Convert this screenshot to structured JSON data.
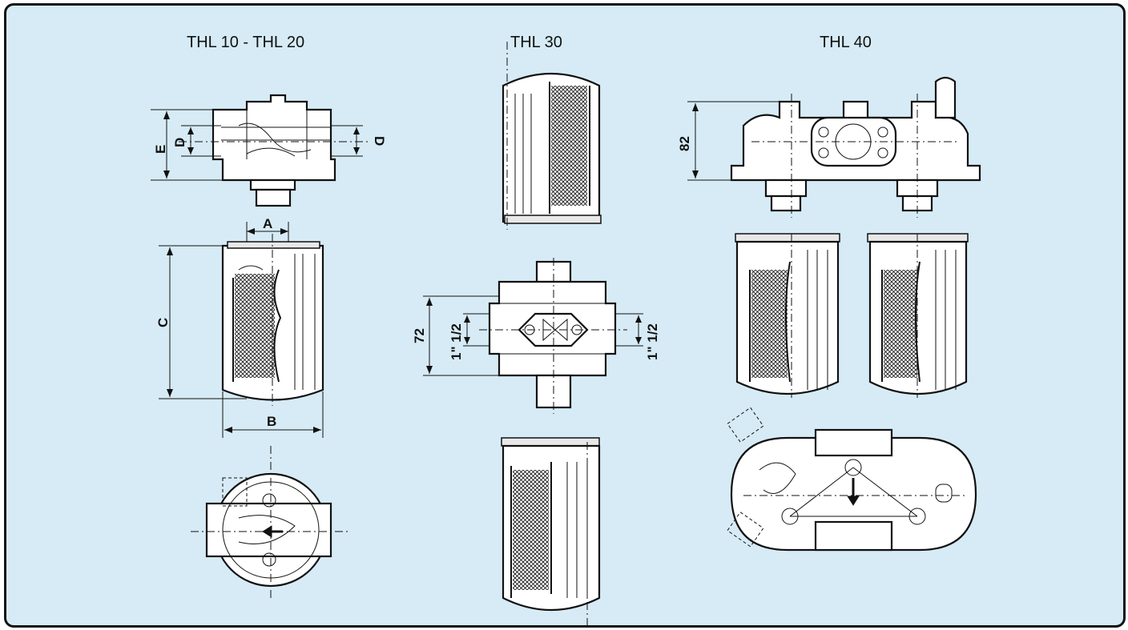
{
  "titles": {
    "group1": "THL 10 - THL 20",
    "group2": "THL 30",
    "group3": "THL 40"
  },
  "dimensions": {
    "a": "A",
    "b": "B",
    "c": "C",
    "d": "D",
    "e": "E",
    "h72": "72",
    "port": "1\" 1/2",
    "h82": "82"
  },
  "colors": {
    "background": "#d6ebf5",
    "frame": "#111111",
    "drawing_fill": "#ffffff"
  }
}
